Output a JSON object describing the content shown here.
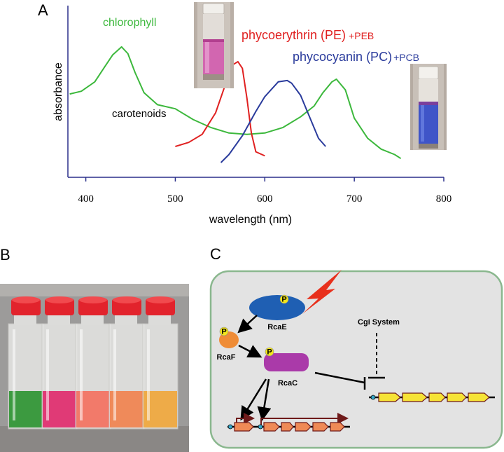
{
  "panels": {
    "a": "A",
    "b": "B",
    "c": "C"
  },
  "chart_data": {
    "type": "line",
    "xlabel": "wavelength (nm)",
    "ylabel": "absorbance",
    "xlim": [
      380,
      800
    ],
    "ylim": [
      0,
      100
    ],
    "x_ticks": [
      400,
      500,
      600,
      700,
      800
    ],
    "series": [
      {
        "name": "chlorophyll",
        "color": "#3cb83c",
        "x": [
          382,
          395,
          410,
          420,
          430,
          440,
          447,
          455,
          465,
          480,
          500,
          520,
          540,
          560,
          580,
          600,
          620,
          640,
          655,
          665,
          675,
          680,
          690,
          700,
          715,
          730,
          745,
          752
        ],
        "y": [
          51,
          53,
          60,
          70,
          80,
          86,
          81,
          67,
          52,
          43,
          40,
          32,
          26,
          22,
          21,
          22,
          26,
          34,
          42,
          52,
          60,
          62,
          54,
          33,
          18,
          10,
          6,
          3
        ]
      },
      {
        "name": "phycoerythrin (PE)",
        "annotation": "+PEB",
        "color": "#e02020",
        "x": [
          500,
          515,
          530,
          545,
          558,
          565,
          570,
          575,
          580,
          585,
          590,
          600
        ],
        "y": [
          12,
          15,
          21,
          37,
          62,
          73,
          75,
          70,
          48,
          22,
          8,
          5
        ]
      },
      {
        "name": "phycocyanin (PC)",
        "annotation": "+PCB",
        "color": "#2a3b9c",
        "x": [
          551,
          560,
          575,
          590,
          600,
          615,
          625,
          630,
          640,
          650,
          660,
          668
        ],
        "y": [
          0,
          6,
          20,
          38,
          49,
          60,
          61,
          59,
          50,
          34,
          18,
          12
        ]
      }
    ],
    "annotations": [
      "carotenoids"
    ],
    "grid": false
  },
  "photo_b": {
    "vial_colors": [
      "#3c9a40",
      "#e03a76",
      "#f27a6a",
      "#ef8a5a",
      "#eeab48"
    ]
  },
  "diagram_c": {
    "nodes": {
      "rcae": "RcaE",
      "rcaf": "RcaF",
      "rcac": "RcaC",
      "cgi": "Cgi System",
      "phospho": "P"
    }
  }
}
